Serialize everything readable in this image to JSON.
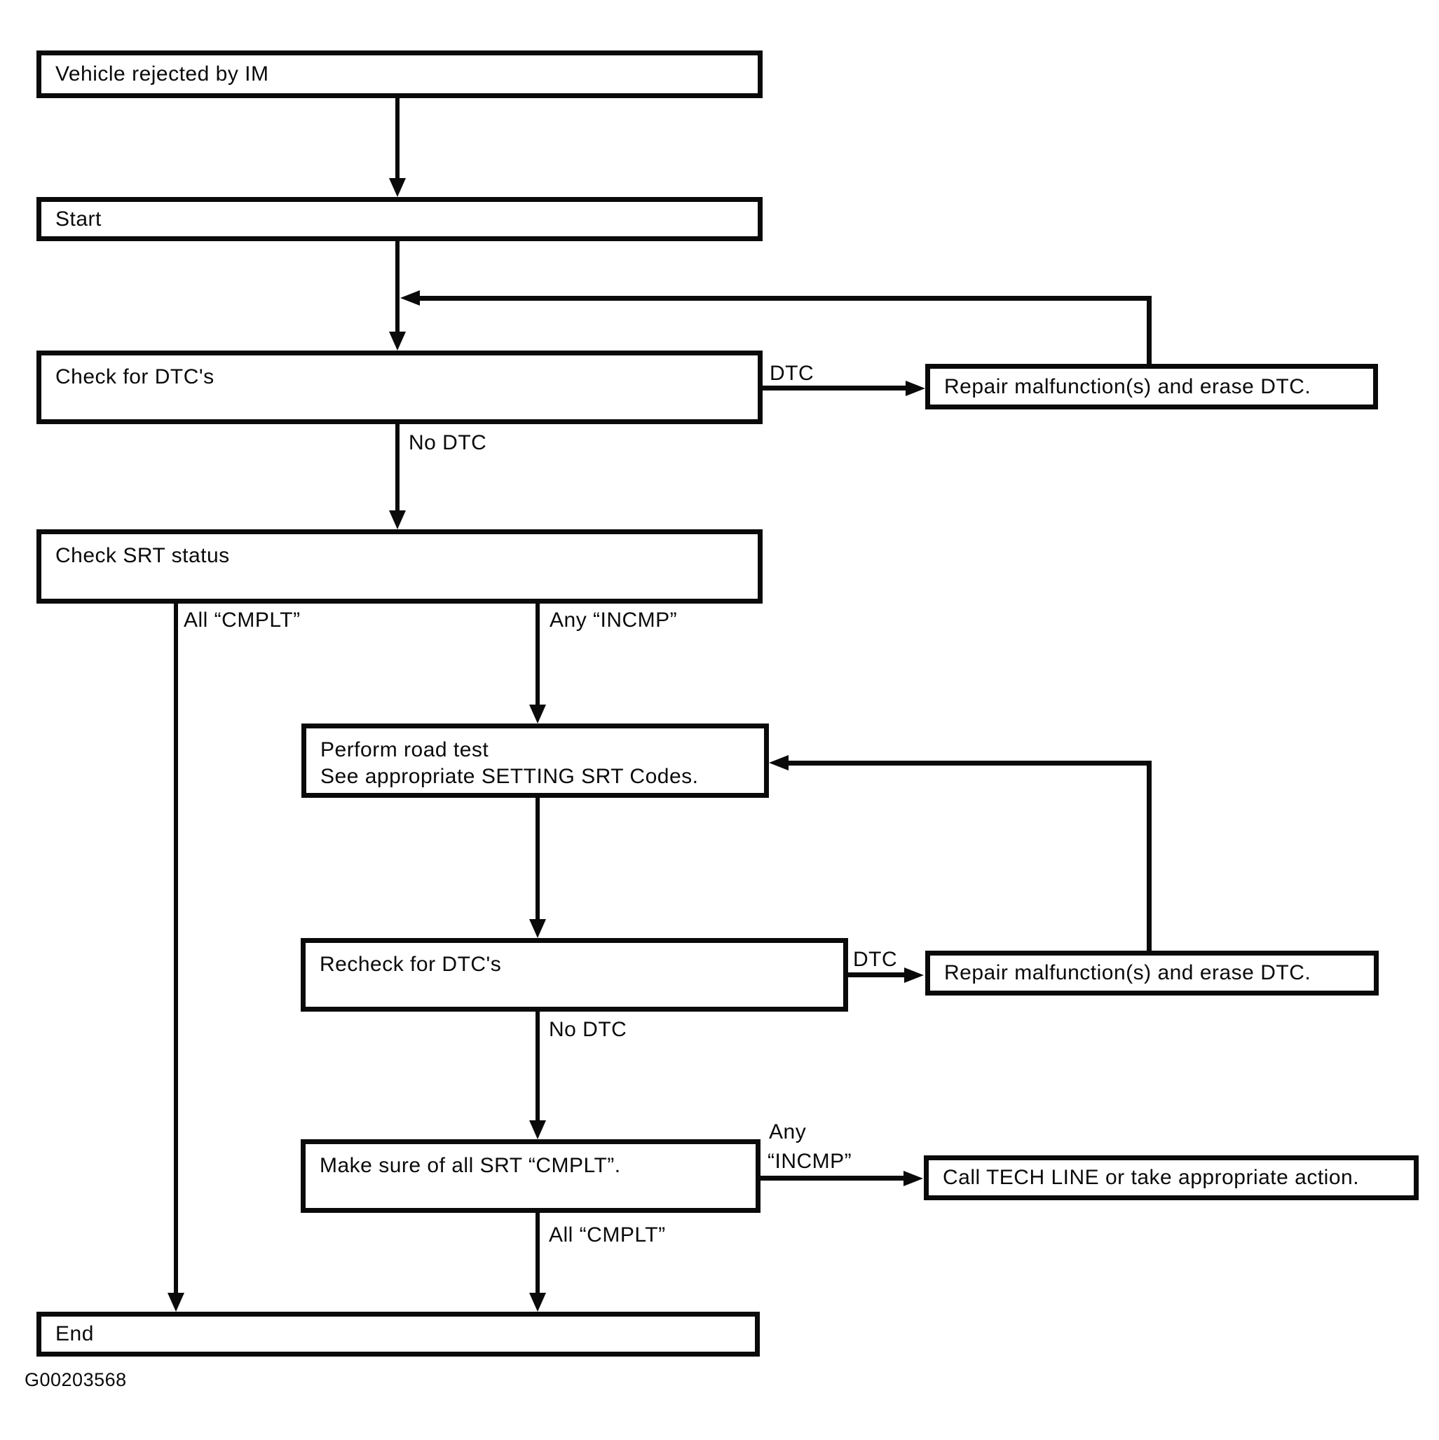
{
  "diagram": {
    "figure_code": "G00203568",
    "nodes": {
      "vehicle_rejected": {
        "label": "Vehicle rejected by IM"
      },
      "start": {
        "label": "Start"
      },
      "check_dtc": {
        "label": "Check for DTC's"
      },
      "repair_1": {
        "label": "Repair malfunction(s) and erase DTC."
      },
      "check_srt": {
        "label": "Check SRT status"
      },
      "perform_road_test": {
        "line1": "Perform road test",
        "line2": "See appropriate SETTING SRT Codes."
      },
      "recheck_dtc": {
        "label": "Recheck for DTC's"
      },
      "repair_2": {
        "label": "Repair malfunction(s) and erase DTC."
      },
      "make_sure_srt": {
        "label": "Make sure of all SRT “CMPLT”."
      },
      "call_tech_line": {
        "label": "Call TECH LINE or take appropriate action."
      },
      "end": {
        "label": "End"
      }
    },
    "edge_labels": {
      "dtc_1": "DTC",
      "no_dtc_1": "No DTC",
      "all_cmplt_1": "All “CMPLT”",
      "any_incmp_1": "Any “INCMP”",
      "dtc_2": "DTC",
      "no_dtc_2": "No DTC",
      "any_incmp_2_line1": "Any",
      "any_incmp_2_line2": "“INCMP”",
      "all_cmplt_2": "All “CMPLT”"
    }
  }
}
